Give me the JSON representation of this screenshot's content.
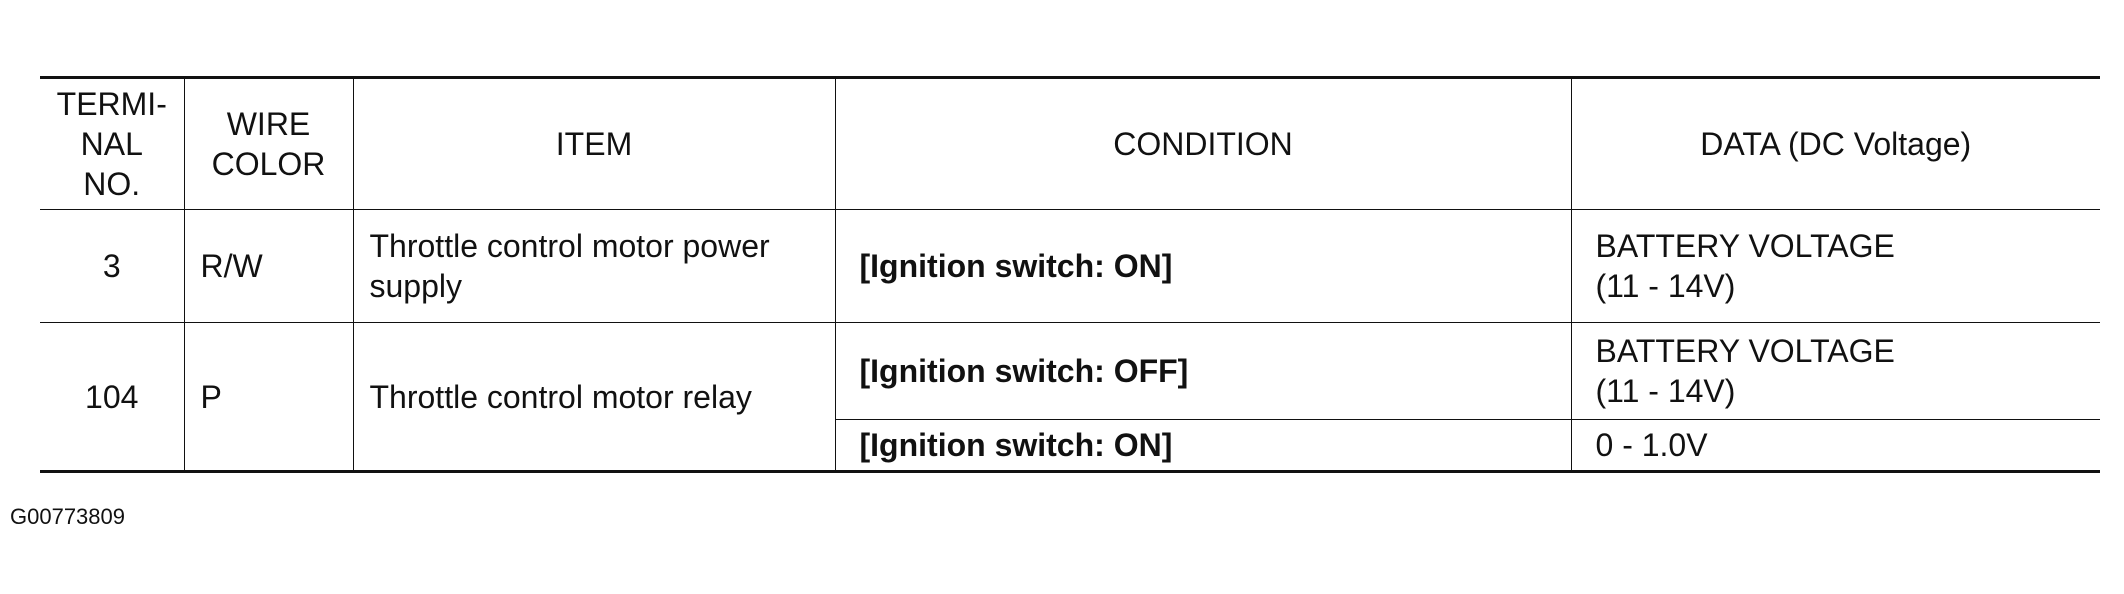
{
  "headers": {
    "terminal_no": "TERMI-\nNAL\nNO.",
    "wire_color": "WIRE\nCOLOR",
    "item": "ITEM",
    "condition": "CONDITION",
    "data": "DATA (DC Voltage)"
  },
  "rows": [
    {
      "terminal": "3",
      "wire_color": "R/W",
      "item": "Throttle control motor power supply",
      "conditions": [
        {
          "condition": "[Ignition switch: ON]",
          "data": "BATTERY VOLTAGE\n(11 - 14V)"
        }
      ]
    },
    {
      "terminal": "104",
      "wire_color": "P",
      "item": "Throttle control motor relay",
      "conditions": [
        {
          "condition": "[Ignition switch: OFF]",
          "data": "BATTERY VOLTAGE\n(11 - 14V)"
        },
        {
          "condition": "[Ignition switch: ON]",
          "data": "0 - 1.0V"
        }
      ]
    }
  ],
  "figure_id": "G00773809"
}
